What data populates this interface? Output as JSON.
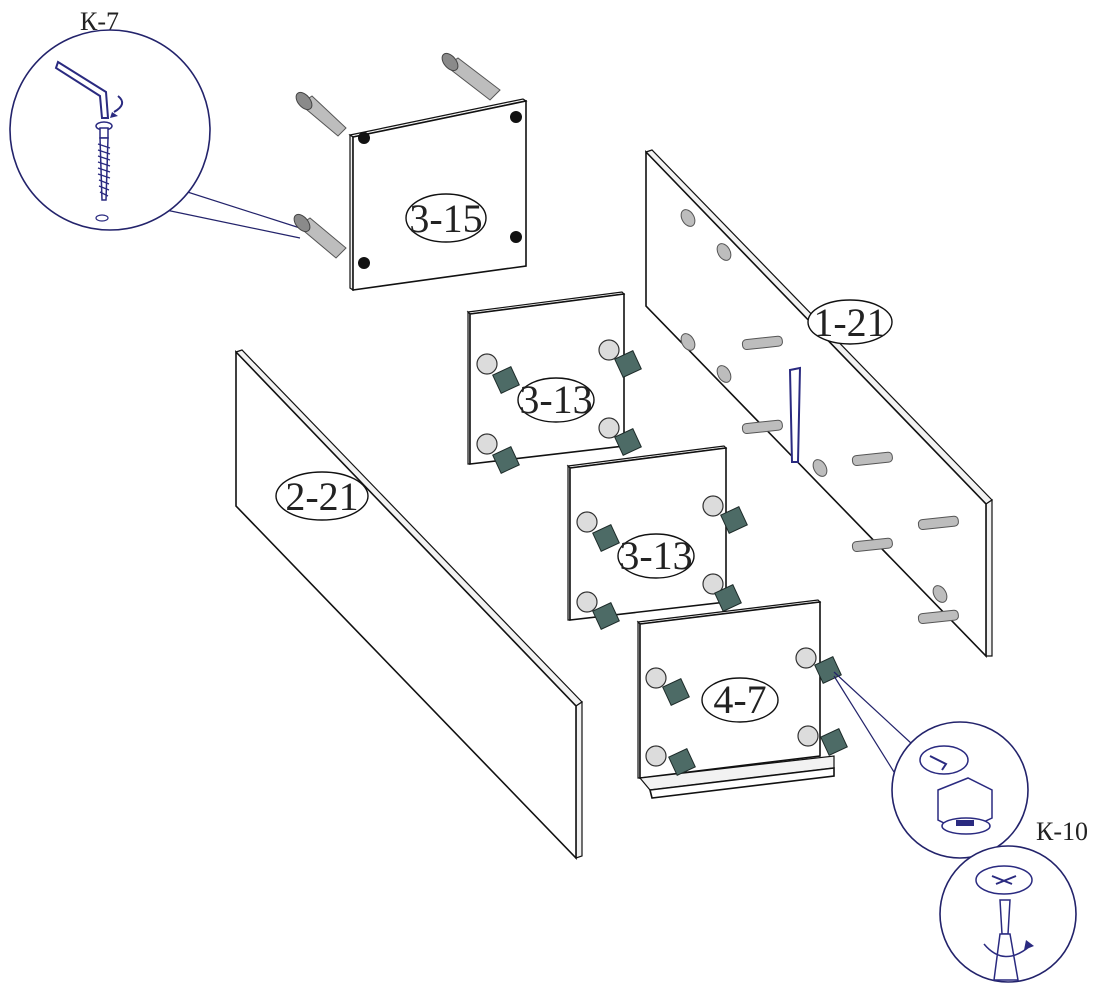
{
  "figure": {
    "parts": {
      "top_panel": "3-15",
      "back_panel": "1-21",
      "front_panel": "2-21",
      "shelf_upper": "3-13",
      "shelf_lower": "3-13",
      "bottom_shelf": "4-7"
    },
    "detail_codes": {
      "screw_detail": "К-7",
      "cam_detail": "К-10"
    },
    "colors": {
      "line": "#111111",
      "callout": "#23236b",
      "cam_fitting": "#4d6b66",
      "pin": "#bdbdbd"
    },
    "icons": [
      "hex-key-icon",
      "confirmat-screw-icon",
      "cam-lock-icon",
      "dowel-pin-icon",
      "screwdriver-icon"
    ]
  }
}
